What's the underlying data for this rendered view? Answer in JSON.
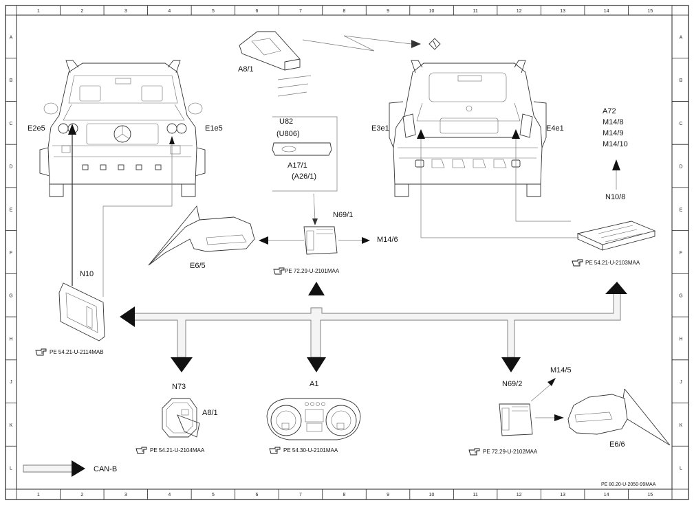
{
  "grid": {
    "columns": [
      "1",
      "2",
      "3",
      "4",
      "5",
      "6",
      "7",
      "8",
      "9",
      "10",
      "11",
      "12",
      "13",
      "14",
      "15"
    ],
    "rows": [
      "A",
      "B",
      "C",
      "D",
      "E",
      "F",
      "G",
      "H",
      "J",
      "K",
      "L"
    ]
  },
  "labels": {
    "e2e5": "E2e5",
    "e1e5": "E1e5",
    "a8_1_top": "A8/1",
    "u82": "U82",
    "u806": "(U806)",
    "a17_1": "A17/1",
    "a26_1": "(A26/1)",
    "e3e1": "E3e1",
    "e4e1": "E4e1",
    "a72": "A72",
    "m14_8": "M14/8",
    "m14_9": "M14/9",
    "m14_10": "M14/10",
    "n10_8": "N10/8",
    "n69_1": "N69/1",
    "m14_6": "M14/6",
    "e6_5": "E6/5",
    "n10": "N10",
    "n73": "N73",
    "a8_1_bottom": "A8/1",
    "a1": "A1",
    "n69_2": "N69/2",
    "m14_5": "M14/5",
    "e6_6": "E6/6",
    "can_b": "CAN-B"
  },
  "refs": {
    "pe_n69_1": "PE 72.29-U-2101MAA",
    "pe_n10_8": "PE 54.21-U-2103MAA",
    "pe_n10": "PE 54.21-U-2114MAB",
    "pe_n73": "PE 54.21-U-2104MAA",
    "pe_a1": "PE 54.30-U-2101MAA",
    "pe_n69_2": "PE 72.29-U-2102MAA",
    "drawing_number": "PE 80.20-U-2050-99MAA"
  },
  "icons": {
    "reference": "pointing-hand-icon",
    "wireless": "lightning-zigzag-icon"
  }
}
